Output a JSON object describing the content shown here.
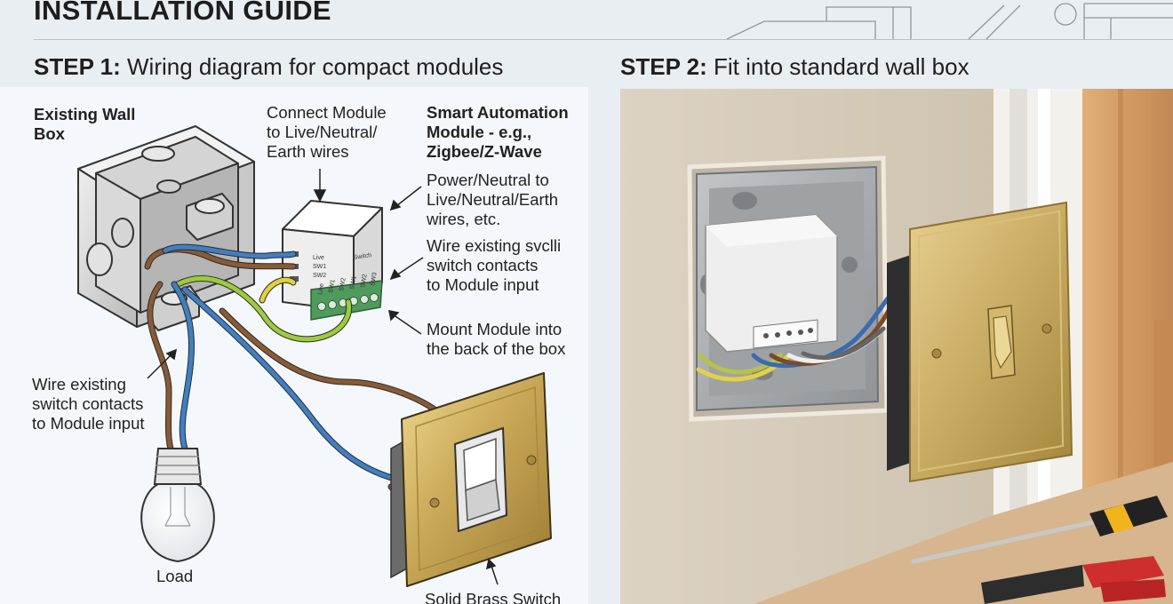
{
  "header": {
    "title": "INSTALLATION GUIDE"
  },
  "step1": {
    "number": "STEP 1:",
    "title": "Wiring diagram for compact modules",
    "labels": {
      "existing_wall_box": [
        "Existing Wall",
        "Box"
      ],
      "connect_module": [
        "Connect Module",
        "to Live/Neutral/",
        "Earth wires"
      ],
      "smart_module": [
        "Smart Automation",
        "Module - e.g.,",
        "Zigbee/Z-Wave"
      ],
      "power_neutral": [
        "Power/Neutral to",
        "Live/Neutral/Earth",
        "wires, etc."
      ],
      "wire_existing_right": [
        "Wire existing svclli",
        "switch contacts",
        "to Module input"
      ],
      "mount_module": [
        "Mount Module into",
        "the back of the box"
      ],
      "wire_existing_left": [
        "Wire existing",
        "switch contacts",
        "to Module input"
      ],
      "load": "Load",
      "brass_switch": "Solid Brass Switch"
    },
    "module_terminals": {
      "left": [
        "Live",
        "SW1",
        "SW2"
      ],
      "top": "Switch",
      "bottom": [
        "Live",
        "SW1",
        "SW2",
        "SW1",
        "SW2",
        "SW3"
      ]
    }
  },
  "step2": {
    "number": "STEP 2:",
    "title": "Fit into standard wall box"
  },
  "colors": {
    "brown_wire": "#8a5a34",
    "blue_wire": "#3f7fc4",
    "earth_wire": "#9ccc3c",
    "brass": "#c9a857",
    "terminal_green": "#4f9a5c"
  }
}
